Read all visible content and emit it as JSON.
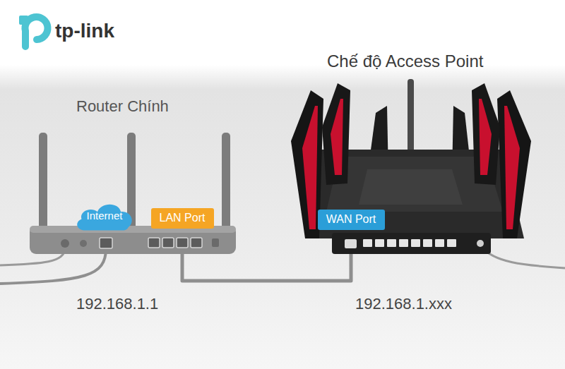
{
  "diagram": {
    "nodes": [
      {
        "text": [
          "Internet"
        ]
      },
      {
        "text": [
          "LAN Port"
        ]
      },
      {
        "text": [
          "WAN Port"
        ]
      }
    ],
    "edges": [
      {
        "from": 1,
        "to": 2,
        "arrow": "none"
      }
    ],
    "labels": [
      "tp-link",
      "Router Chính",
      "Chế độ Access Point",
      "192.168.1.1",
      "192.168.1.xxx"
    ]
  }
}
